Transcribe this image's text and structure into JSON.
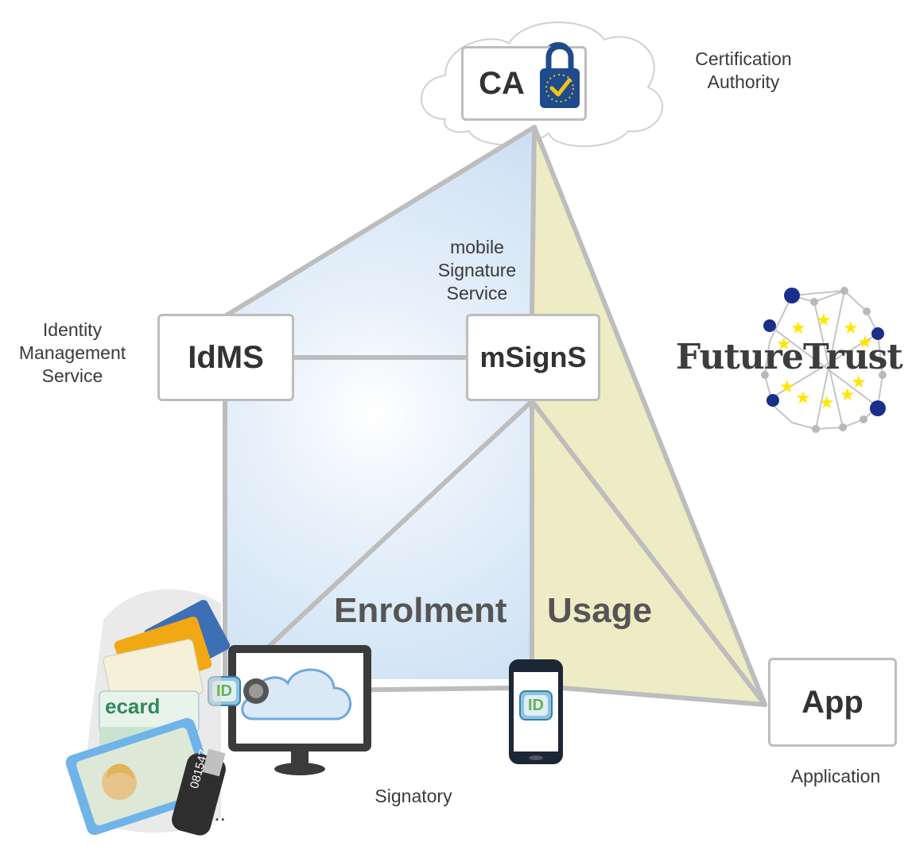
{
  "nodes": {
    "ca": "CA",
    "idms": "IdMS",
    "msigns": "mSignS",
    "app": "App"
  },
  "labels": {
    "ca": [
      "Certification",
      "Authority"
    ],
    "idms": [
      "Identity",
      "Management",
      "Service"
    ],
    "msigns": [
      "mobile",
      "Signature",
      "Service"
    ],
    "app": "Application",
    "signatory": "Signatory",
    "ellipsis": "..."
  },
  "phases": {
    "enrolment": "Enrolment",
    "usage": "Usage"
  },
  "logo": {
    "text": "FutureTrust"
  },
  "device_badges": {
    "computer": "ID",
    "phone": "ID"
  },
  "cards": {
    "ecard": "ecard",
    "token_number": "081547"
  },
  "colors": {
    "line": "#bdbdbd",
    "enrolment_fill": "#d2e4f5",
    "usage_fill": "#eeecc4",
    "logo_blue": "#1a2f8a",
    "logo_star": "#ffe600",
    "lock_blue": "#1f4b8c",
    "lock_check": "#f2c21b"
  }
}
